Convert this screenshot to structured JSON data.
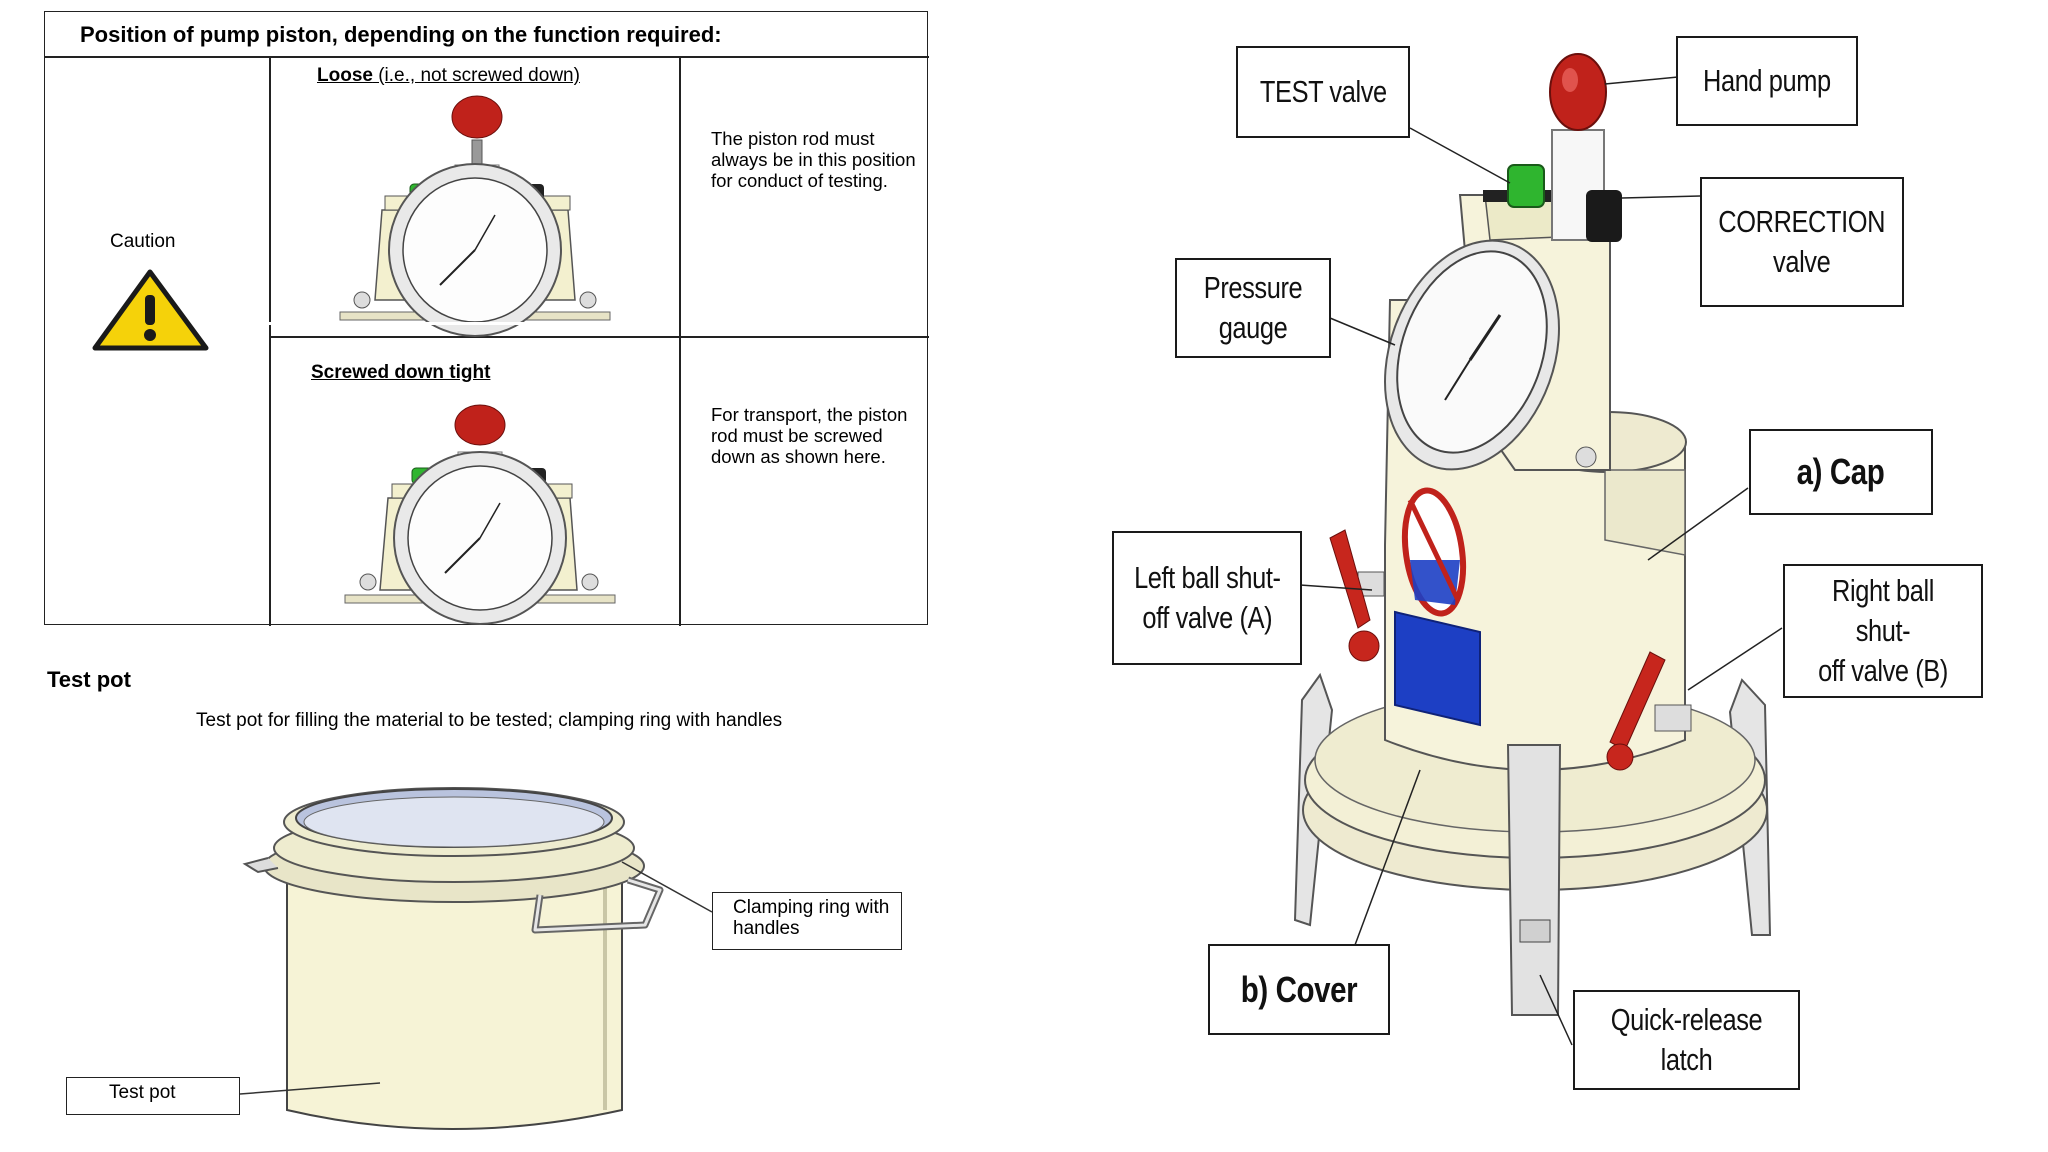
{
  "table": {
    "title": "Position of pump piston, depending on the function required:",
    "caution": "Caution",
    "rows": [
      {
        "title_bold": "Loose",
        "title_rest": " (i.e., not screwed down)",
        "note": "The piston rod must always be in this position for conduct of testing."
      },
      {
        "title_bold": "Screwed down tight",
        "title_rest": "",
        "note": "For transport, the piston rod must be screwed down as shown here."
      }
    ]
  },
  "test_pot": {
    "heading": "Test pot",
    "description": "Test pot for filling the material to be tested; clamping ring with handles",
    "labels": {
      "clamping_ring": "Clamping ring\nwith handles",
      "pot": "Test pot"
    }
  },
  "device_labels": {
    "test_valve": "TEST valve",
    "hand_pump": "Hand pump",
    "correction_valve": "CORRECTION\nvalve",
    "pressure_gauge": "Pressure\ngauge",
    "cap": "a) Cap",
    "left_valve": "Left ball shut-\noff valve (A)",
    "right_valve": "Right ball shut-\noff valve (B)",
    "cover": "b) Cover",
    "latch": "Quick-release latch"
  },
  "colors": {
    "knob_red": "#c0221b",
    "valve_green": "#2fb52f",
    "cream": "#f3f0cf",
    "warning_yellow": "#f5d20a",
    "blue_panel": "#1d3fc4"
  }
}
